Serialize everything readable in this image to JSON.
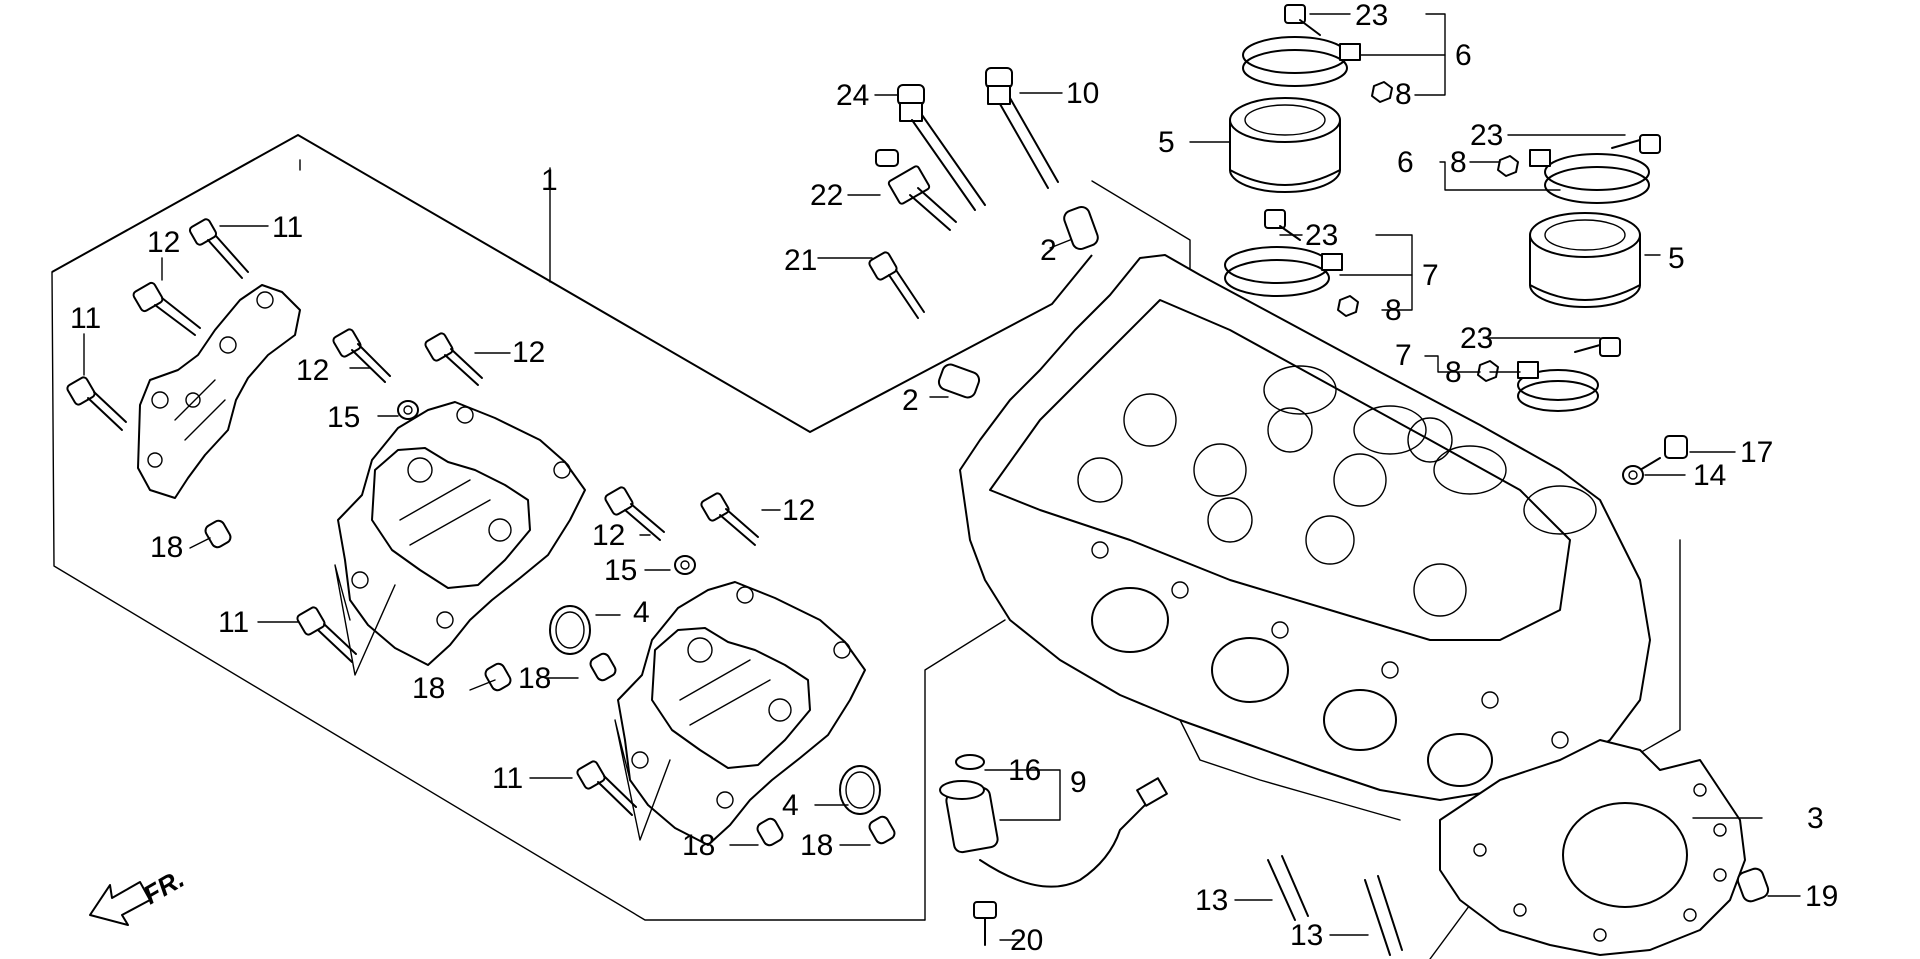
{
  "callouts": [
    "1",
    "2",
    "3",
    "4",
    "5",
    "6",
    "7",
    "8",
    "9",
    "10",
    "11",
    "12",
    "13",
    "14",
    "15",
    "16",
    "17",
    "18",
    "19",
    "20",
    "21",
    "22",
    "23",
    "24"
  ],
  "front_label": "FR."
}
